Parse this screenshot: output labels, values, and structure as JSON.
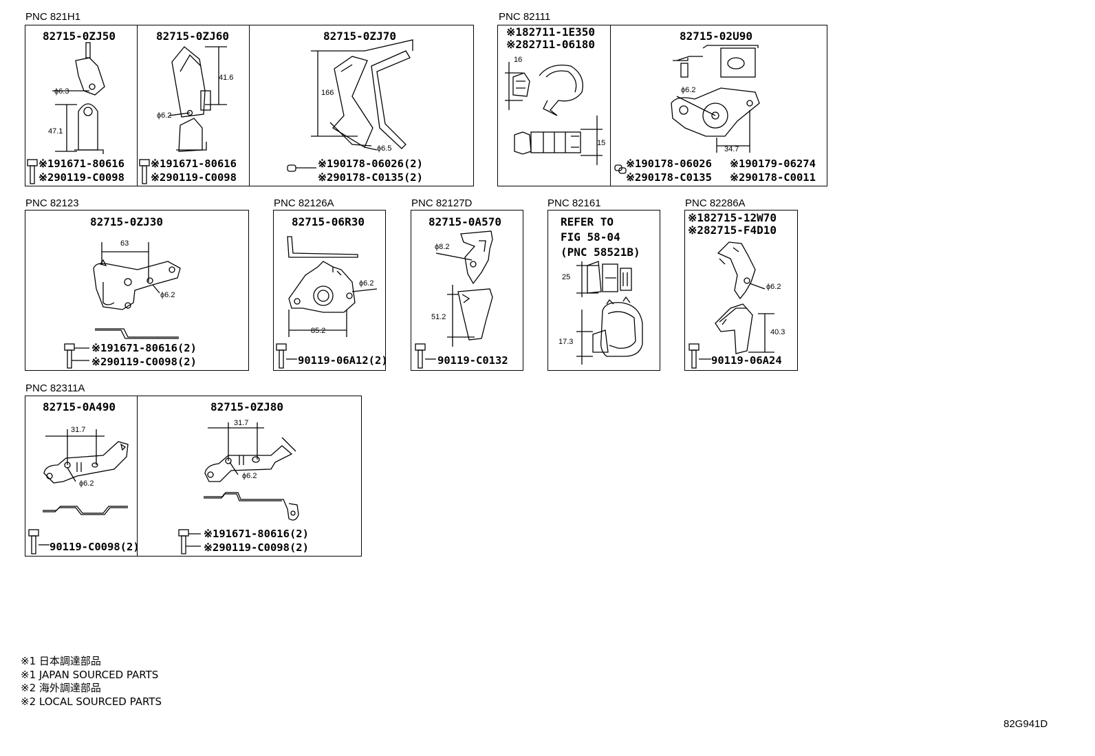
{
  "groups": [
    {
      "id": "g1",
      "pnc": "PNC 821H1",
      "panels": [
        {
          "part": "82715-0ZJ50",
          "dims": [
            "ϕ6.3",
            "47.1"
          ],
          "fasteners": [
            "※191671-80616",
            "※290119-C0098"
          ]
        },
        {
          "part": "82715-0ZJ60",
          "dims": [
            "41.6",
            "ϕ6.2"
          ],
          "fasteners": [
            "※191671-80616",
            "※290119-C0098"
          ]
        },
        {
          "part": "82715-0ZJ70",
          "dims": [
            "166",
            "ϕ6.5"
          ],
          "fasteners": [
            "※190178-06026(2)",
            "※290178-C0135(2)"
          ]
        }
      ]
    },
    {
      "id": "g2",
      "pnc": "PNC 82111",
      "panels": [
        {
          "parts": [
            "※182711-1E350",
            "※282711-06180"
          ],
          "dims": [
            "16",
            "15"
          ]
        },
        {
          "part": "82715-02U90",
          "dims": [
            "ϕ6.2",
            "34.7"
          ],
          "fasteners": [
            "※190178-06026",
            "※290178-C0135",
            "※190179-06274",
            "※290178-C0011"
          ]
        }
      ]
    },
    {
      "id": "g3",
      "pnc": "PNC 82123",
      "panels": [
        {
          "part": "82715-0ZJ30",
          "dims": [
            "63",
            "ϕ6.2"
          ],
          "fasteners": [
            "※191671-80616(2)",
            "※290119-C0098(2)"
          ]
        }
      ]
    },
    {
      "id": "g4",
      "pnc": "PNC 82126A",
      "panels": [
        {
          "part": "82715-06R30",
          "dims": [
            "ϕ6.2",
            "85.2"
          ],
          "fasteners": [
            "90119-06A12(2)"
          ]
        }
      ]
    },
    {
      "id": "g5",
      "pnc": "PNC 82127D",
      "panels": [
        {
          "part": "82715-0A570",
          "dims": [
            "ϕ8.2",
            "51.2"
          ],
          "fasteners": [
            "90119-C0132"
          ]
        }
      ]
    },
    {
      "id": "g6",
      "pnc": "PNC 82161",
      "panels": [
        {
          "refer": [
            "REFER TO",
            "FIG 58-04",
            "(PNC 58521B)"
          ],
          "dims": [
            "25",
            "17.3"
          ]
        }
      ]
    },
    {
      "id": "g7",
      "pnc": "PNC 82286A",
      "panels": [
        {
          "parts": [
            "※182715-12W70",
            "※282715-F4D10"
          ],
          "dims": [
            "ϕ6.2",
            "40.3"
          ],
          "fasteners": [
            "90119-06A24"
          ]
        }
      ]
    },
    {
      "id": "g8",
      "pnc": "PNC 82311A",
      "panels": [
        {
          "part": "82715-0A490",
          "dims": [
            "31.7",
            "ϕ6.2"
          ],
          "fasteners": [
            "90119-C0098(2)"
          ]
        },
        {
          "part": "82715-0ZJ80",
          "dims": [
            "31.7",
            "ϕ6.2"
          ],
          "fasteners": [
            "※191671-80616(2)",
            "※290119-C0098(2)"
          ]
        }
      ]
    }
  ],
  "notes": [
    "※1 日本調達部品",
    "※1 JAPAN SOURCED PARTS",
    "※2 海外調達部品",
    "※2 LOCAL SOURCED PARTS"
  ],
  "figure_id": "82G941D"
}
